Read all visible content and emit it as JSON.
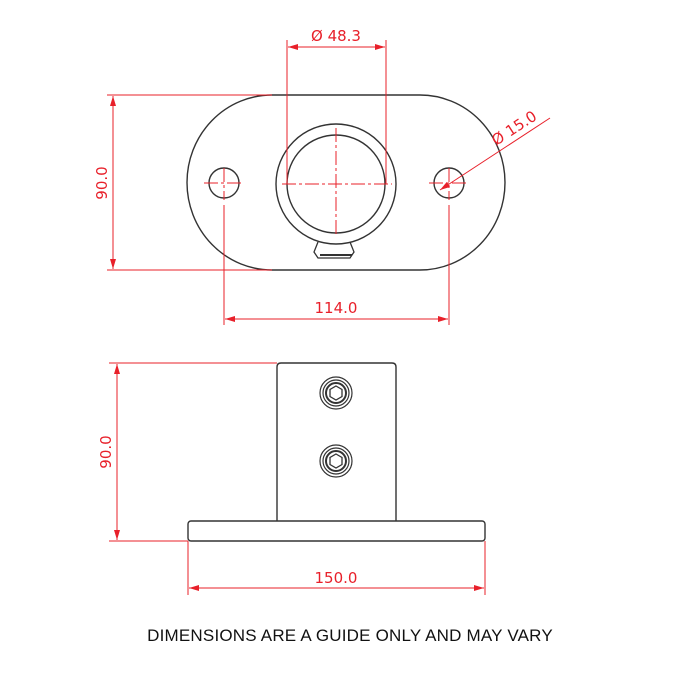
{
  "drawing": {
    "top_view": {
      "dims": {
        "tube_diameter": "Ø 48.3",
        "hole_diameter": "Ø 15.0",
        "height": "90.0",
        "hole_spacing": "114.0"
      }
    },
    "side_view": {
      "dims": {
        "height": "90.0",
        "width": "150.0"
      }
    },
    "colors": {
      "dimension": "#e8202a",
      "outline": "#333333"
    }
  },
  "footer": {
    "note": "DIMENSIONS ARE A GUIDE ONLY AND MAY VARY"
  }
}
